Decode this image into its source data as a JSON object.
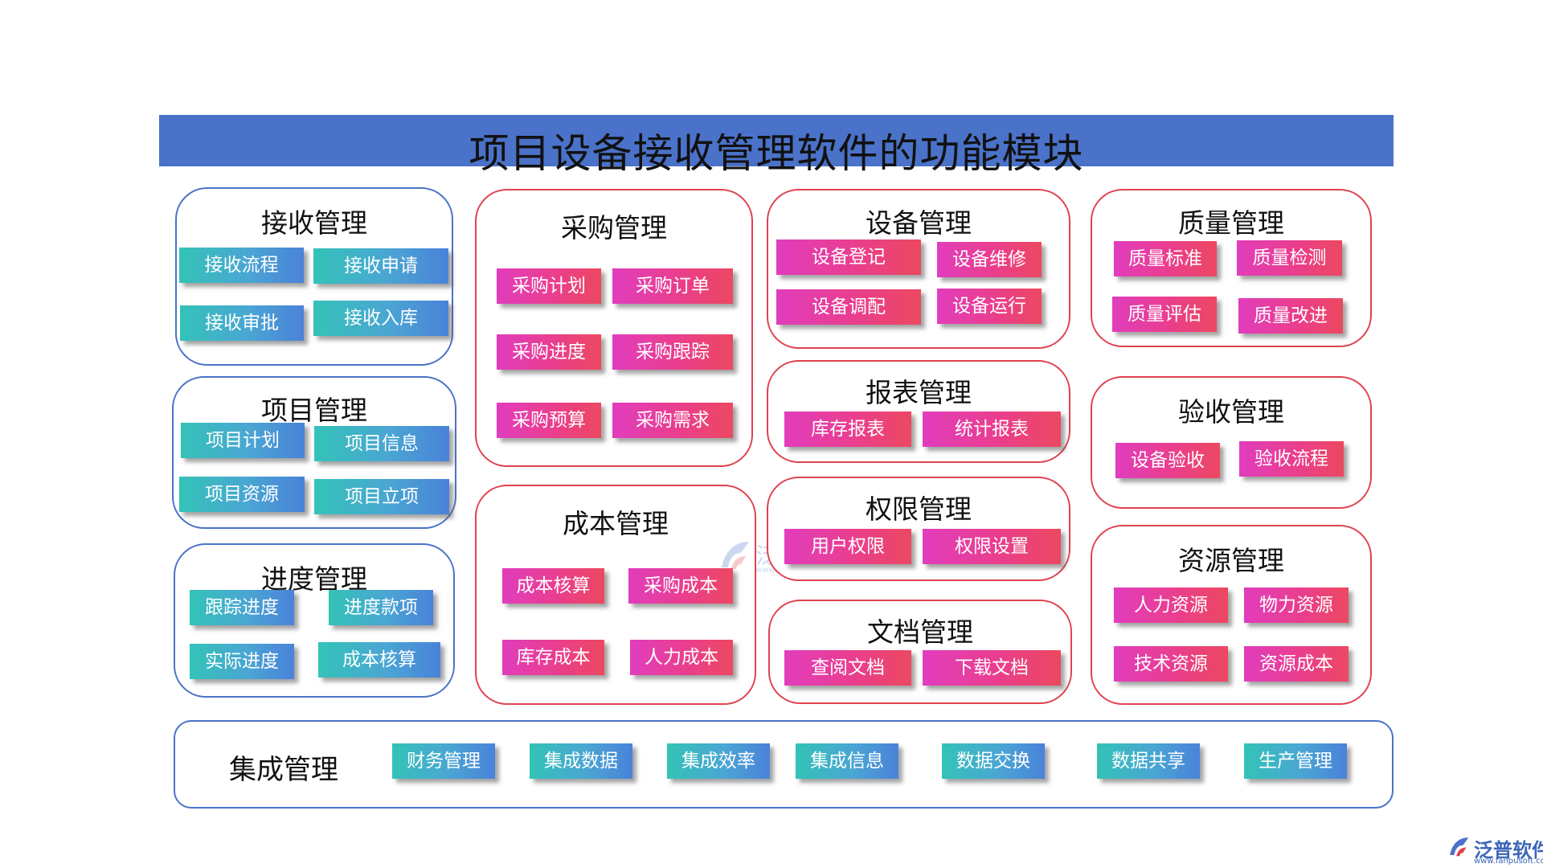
{
  "title": "项目设备接收管理软件的功能模块",
  "modules": {
    "receive": {
      "title": "接收管理",
      "items": [
        "接收流程",
        "接收申请",
        "接收审批",
        "接收入库"
      ]
    },
    "project": {
      "title": "项目管理",
      "items": [
        "项目计划",
        "项目信息",
        "项目资源",
        "项目立项"
      ]
    },
    "progress": {
      "title": "进度管理",
      "items": [
        "跟踪进度",
        "进度款项",
        "实际进度",
        "成本核算"
      ]
    },
    "purchase": {
      "title": "采购管理",
      "items": [
        "采购计划",
        "采购订单",
        "采购进度",
        "采购跟踪",
        "采购预算",
        "采购需求"
      ]
    },
    "cost": {
      "title": "成本管理",
      "items": [
        "成本核算",
        "采购成本",
        "库存成本",
        "人力成本"
      ]
    },
    "equipment": {
      "title": "设备管理",
      "items": [
        "设备登记",
        "设备维修",
        "设备调配",
        "设备运行"
      ]
    },
    "report": {
      "title": "报表管理",
      "items": [
        "库存报表",
        "统计报表"
      ]
    },
    "permission": {
      "title": "权限管理",
      "items": [
        "用户权限",
        "权限设置"
      ]
    },
    "document": {
      "title": "文档管理",
      "items": [
        "查阅文档",
        "下载文档"
      ]
    },
    "quality": {
      "title": "质量管理",
      "items": [
        "质量标准",
        "质量检测",
        "质量评估",
        "质量改进"
      ]
    },
    "acceptance": {
      "title": "验收管理",
      "items": [
        "设备验收",
        "验收流程"
      ]
    },
    "resource": {
      "title": "资源管理",
      "items": [
        "人力资源",
        "物力资源",
        "技术资源",
        "资源成本"
      ]
    },
    "integration": {
      "title": "集成管理",
      "items": [
        "财务管理",
        "集成数据",
        "集成效率",
        "集成信息",
        "数据交换",
        "数据共享",
        "生产管理"
      ]
    }
  },
  "watermark": {
    "name": "泛普软件",
    "url": "www.fanpusoft.com"
  },
  "logo": {
    "name": "泛普软件",
    "url": "www.fanpusoft.com"
  },
  "colors": {
    "title_bar": "#4a72c9",
    "blue_border": "#4a72c9",
    "red_border": "#e0424f"
  }
}
